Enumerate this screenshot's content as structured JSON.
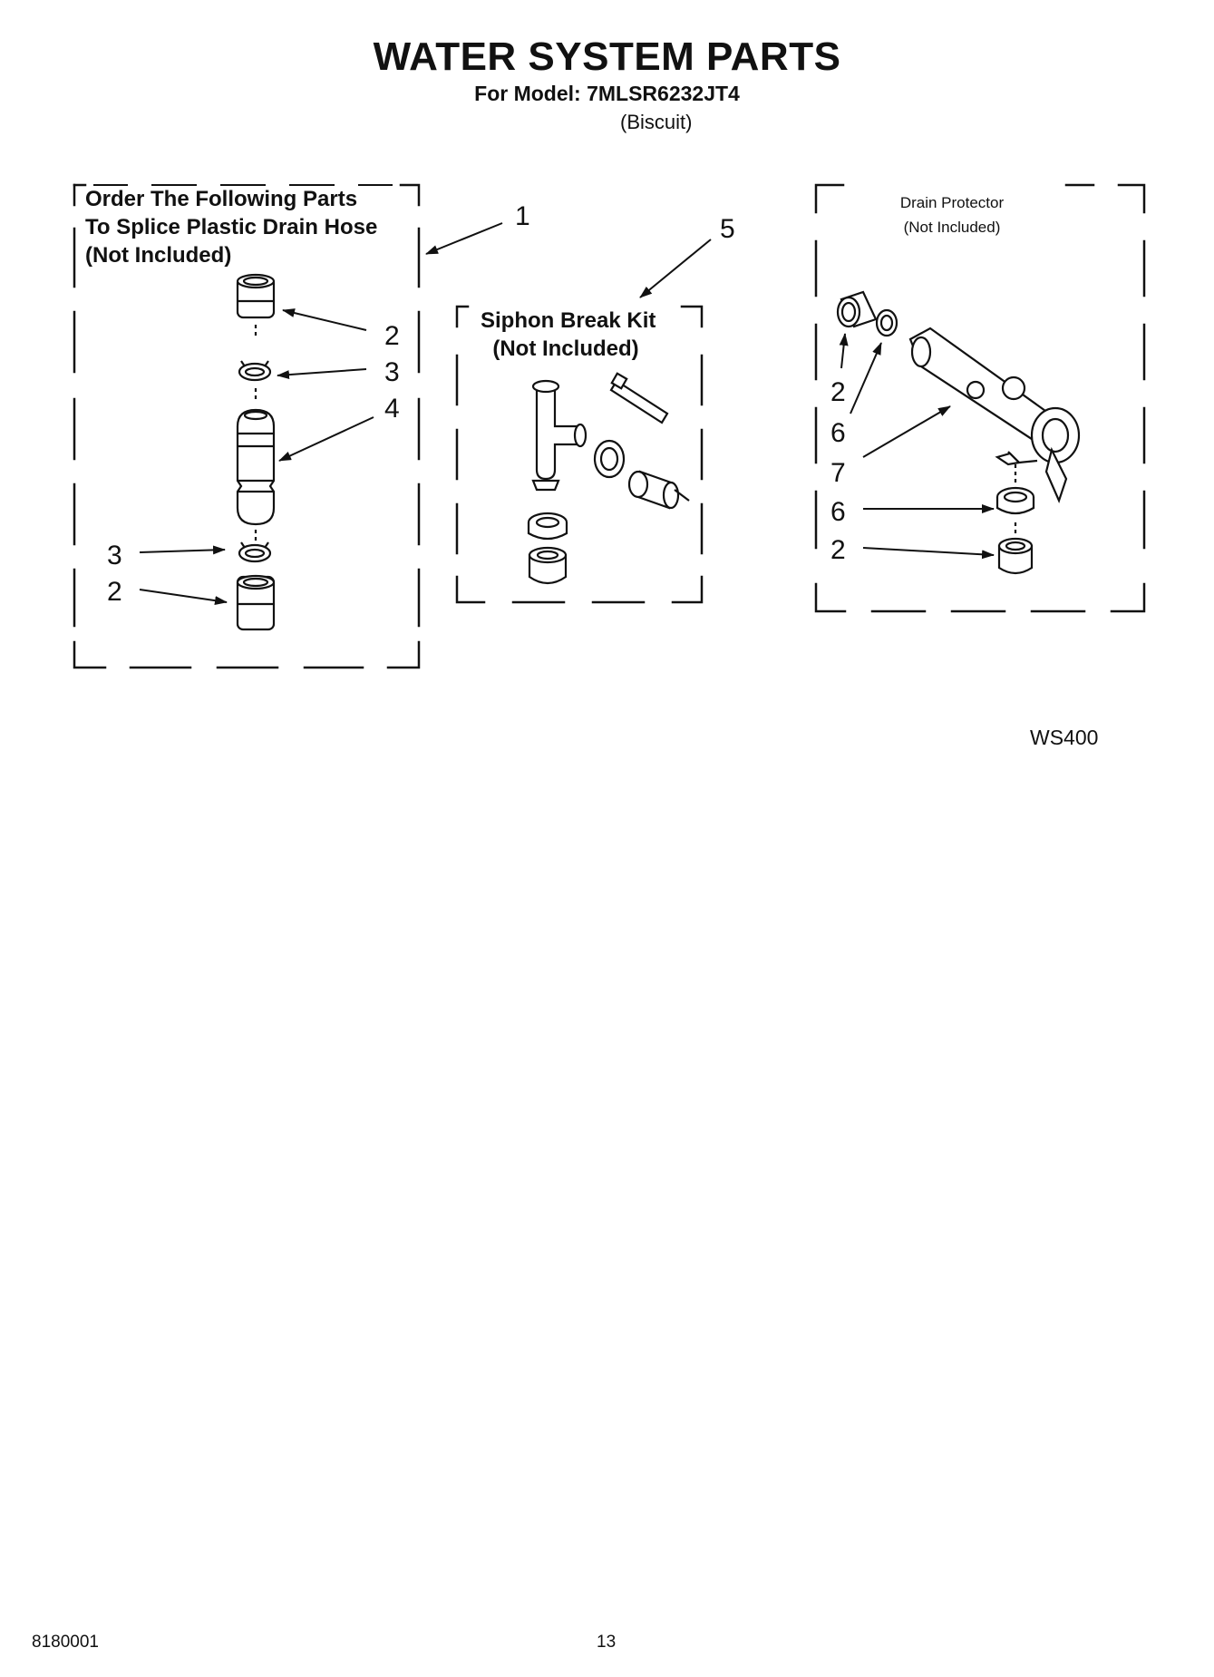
{
  "header": {
    "title": "WATER SYSTEM PARTS",
    "model_line": "For Model: 7MLSR6232JT4",
    "variant": "(Biscuit)"
  },
  "panels": {
    "splice": {
      "title": "Order The Following Parts\nTo Splice Plastic Drain Hose\n(Not Included)"
    },
    "siphon": {
      "title": "Siphon Break Kit\n  (Not Included)"
    },
    "drain_protector": {
      "title": "Drain Protector",
      "note": "(Not Included)"
    }
  },
  "callouts": {
    "c1": "1",
    "c5": "5",
    "splice_2_top": "2",
    "splice_3_top": "3",
    "splice_4": "4",
    "splice_3_bottom": "3",
    "splice_2_bottom": "2",
    "dp_2_top": "2",
    "dp_6_top": "6",
    "dp_7": "7",
    "dp_6_bottom": "6",
    "dp_2_bottom": "2"
  },
  "diagram_code": "WS400",
  "footer": {
    "doc_number": "8180001",
    "page_number": "13"
  }
}
